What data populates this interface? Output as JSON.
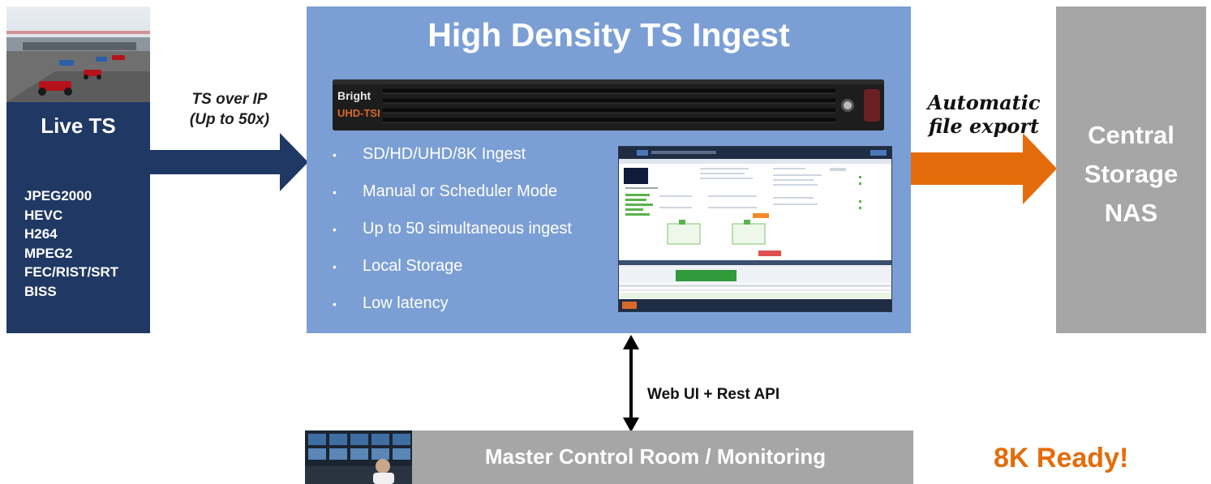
{
  "left_panel": {
    "title": "Live TS",
    "codecs": [
      "JPEG2000",
      "HEVC",
      "H264",
      "MPEG2",
      "FEC/RIST/SRT",
      "BISS"
    ]
  },
  "input_arrow": {
    "line1": "TS over IP",
    "line2": "(Up to 50x)"
  },
  "center": {
    "title": "High Density TS Ingest",
    "server_brand_top": "Bright",
    "server_brand_bottom": "UHD-TSI",
    "features": [
      "SD/HD/UHD/8K Ingest",
      "Manual or Scheduler Mode",
      "Up to 50 simultaneous ingest",
      "Local Storage",
      "Low latency"
    ]
  },
  "export_arrow": {
    "line1": "Automatic",
    "line2": "file export"
  },
  "storage": {
    "line1": "Central",
    "line2": "Storage",
    "line3": "NAS"
  },
  "api_label": "Web UI + Rest API",
  "control_room_label": "Master Control Room / Monitoring",
  "ready_label": "8K Ready!",
  "colors": {
    "navy": "#1f3864",
    "center_blue": "#7b9fd4",
    "gray": "#a6a6a6",
    "orange": "#e46c0a"
  }
}
